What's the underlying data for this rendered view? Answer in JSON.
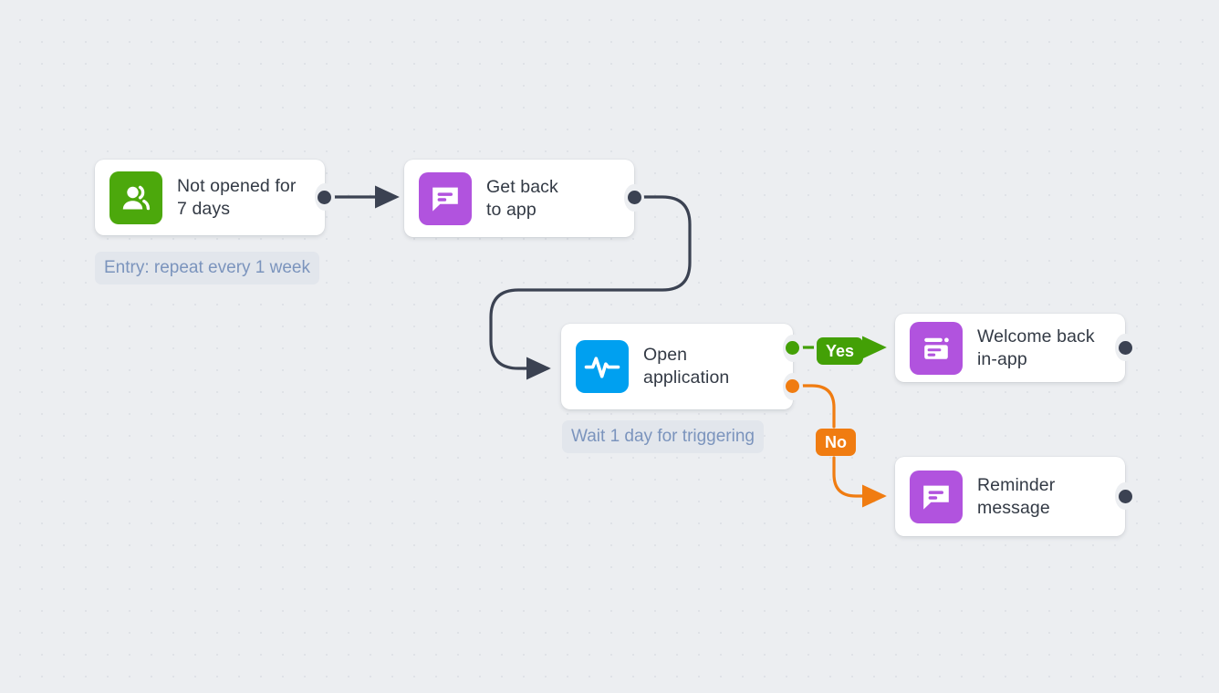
{
  "canvas": {
    "background_color": "#eceef1",
    "grid": "dot-grid"
  },
  "palette": {
    "green": "#4ca80c",
    "purple": "#b153de",
    "blue": "#00a0f0",
    "dark": "#3b4252",
    "orange": "#f07c11",
    "yes_green": "#43a006",
    "caption_text": "#7b94bd",
    "caption_bg": "#e2e6ec",
    "node_text": "#333a45"
  },
  "nodes": [
    {
      "id": "not-opened",
      "label": "Not opened for\n7 days",
      "icon": "users-group-icon",
      "icon_color": "#4ca80c"
    },
    {
      "id": "get-back-to-app",
      "label": "Get back\nto app",
      "icon": "message-bubble-icon",
      "icon_color": "#b153de"
    },
    {
      "id": "open-application",
      "label": "Open\napplication",
      "icon": "activity-pulse-icon",
      "icon_color": "#00a0f0"
    },
    {
      "id": "welcome-back-in-app",
      "label": "Welcome back\nin-app",
      "icon": "in-app-window-icon",
      "icon_color": "#b153de"
    },
    {
      "id": "reminder-message",
      "label": "Reminder\nmessage",
      "icon": "message-bubble-icon",
      "icon_color": "#b153de"
    }
  ],
  "captions": [
    {
      "id": "entry-caption",
      "text": "Entry: repeat every 1 week"
    },
    {
      "id": "wait-caption",
      "text": "Wait 1 day for triggering"
    }
  ],
  "branches": [
    {
      "id": "yes-branch",
      "label": "Yes",
      "color": "#43a006"
    },
    {
      "id": "no-branch",
      "label": "No",
      "color": "#f07c11"
    }
  ]
}
